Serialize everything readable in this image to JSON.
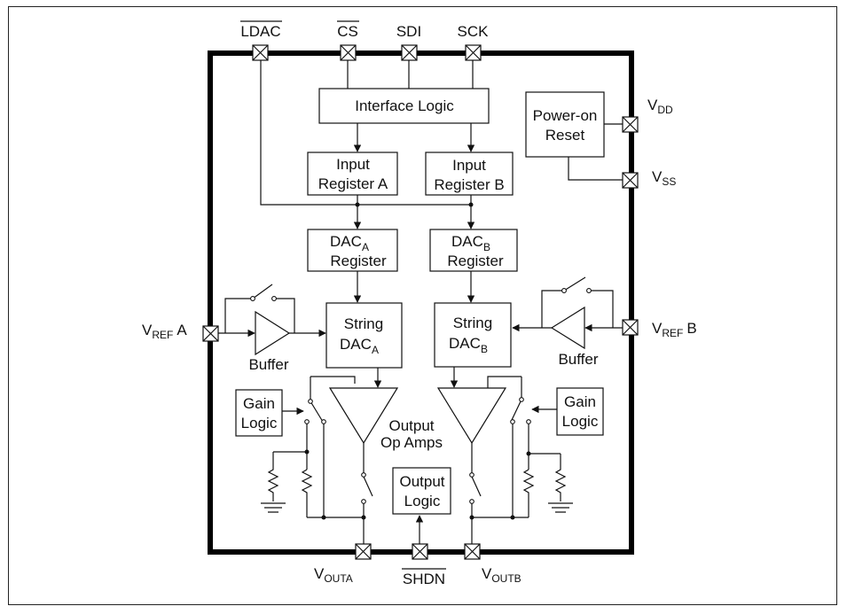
{
  "pins": {
    "ldac": "LDAC",
    "cs": "CS",
    "sdi": "SDI",
    "sck": "SCK",
    "vdd": "V",
    "vdd_sub": "DD",
    "vss": "V",
    "vss_sub": "SS",
    "vrefa": "V",
    "vrefa_sub": "REF",
    "vrefa_suffix": "A",
    "vrefb": "V",
    "vrefb_sub": "REF",
    "vrefb_suffix": "B",
    "vouta": "V",
    "vouta_sub": "OUTA",
    "voutb": "V",
    "voutb_sub": "OUTB",
    "shdn": "SHDN"
  },
  "blocks": {
    "interface_logic": "Interface Logic",
    "por_line1": "Power-on",
    "por_line2": "Reset",
    "input_reg_a_line1": "Input",
    "input_reg_a_line2": "Register A",
    "input_reg_b_line1": "Input",
    "input_reg_b_line2": "Register B",
    "dac_a_reg_line1": "DAC",
    "dac_a_reg_sub": "A",
    "dac_a_reg_line2": "Register",
    "dac_b_reg_line1": "DAC",
    "dac_b_reg_sub": "B",
    "dac_b_reg_line2": "Register",
    "string_dac_a_line1": "String",
    "string_dac_a_line2": "DAC",
    "string_dac_a_sub": "A",
    "string_dac_b_line1": "String",
    "string_dac_b_line2": "DAC",
    "string_dac_b_sub": "B",
    "buffer_a": "Buffer",
    "buffer_b": "Buffer",
    "gain_logic_a_line1": "Gain",
    "gain_logic_a_line2": "Logic",
    "gain_logic_b_line1": "Gain",
    "gain_logic_b_line2": "Logic",
    "output_opamps_line1": "Output",
    "output_opamps_line2": "Op Amps",
    "output_logic_line1": "Output",
    "output_logic_line2": "Logic"
  }
}
